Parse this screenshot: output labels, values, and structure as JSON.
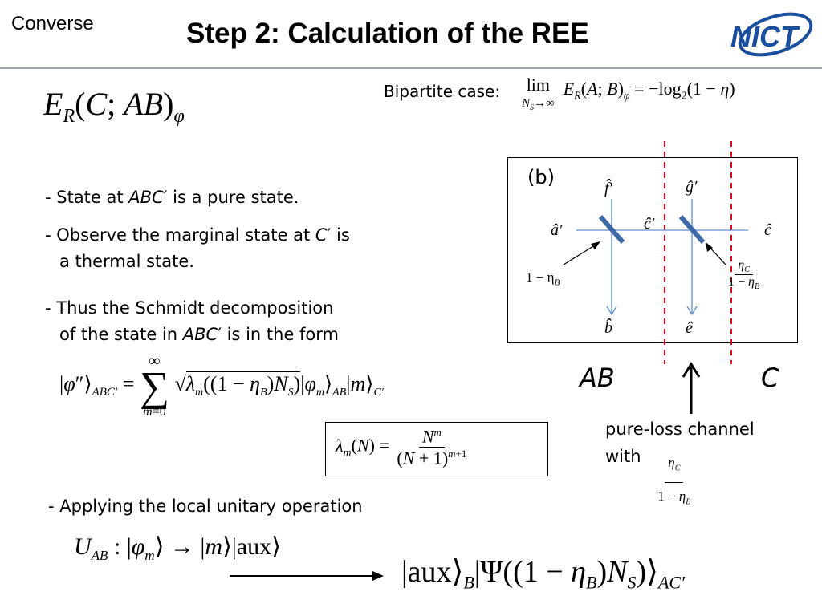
{
  "header": {
    "section": "Converse",
    "title": "Step 2: Calculation of the REE",
    "logo_text": "NICT"
  },
  "main_formula": "E",
  "bipartite": {
    "label": "Bipartite case:",
    "formula": "lim E_R(A;B)_φ = −log₂(1 − η)"
  },
  "bullets": [
    {
      "pre": "- State at ",
      "it": "ABC",
      "post": "′  is a pure state."
    },
    {
      "line1_pre": "- Observe the marginal state at ",
      "line1_it": "C",
      "line1_post": "′ is",
      "line2": "a thermal state."
    },
    {
      "line1": "- Thus the Schmidt decomposition",
      "line2_pre": "of the state in ",
      "line2_it": "ABC",
      "line2_post": "′ is in the form"
    },
    {
      "text": "- Applying the local unitary operation"
    }
  ],
  "figure": {
    "label": "(b)",
    "fp": "f̂′",
    "gp": "ĝ′",
    "ap": "â′",
    "cp": "ĉ′",
    "c": "ĉ",
    "b": "b̂",
    "e": "ê",
    "one_minus_eta_b": "1 − η",
    "eta_c": "η",
    "sub_b": "B",
    "sub_c": "C"
  },
  "labels": {
    "ab": "AB",
    "c": "C",
    "channel_line1": "pure-loss channel",
    "channel_line2": "with"
  },
  "colors": {
    "header_rule": "#9aa3ad",
    "beam": "#5b8fd0",
    "splitter": "#3e68a8",
    "dashed": "#e0001a",
    "logo": "#1a4fa0"
  }
}
